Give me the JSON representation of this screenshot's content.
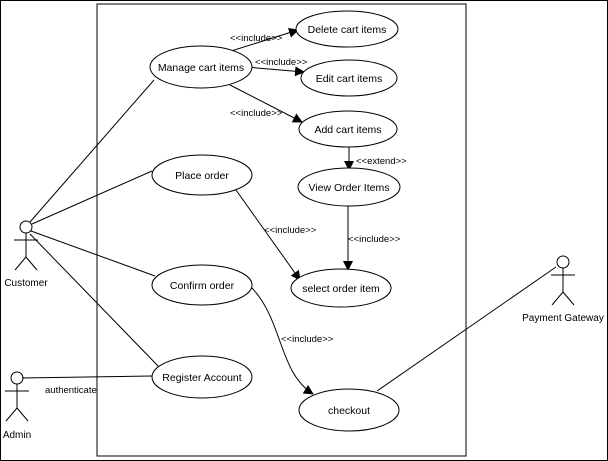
{
  "actors": {
    "customer": "Customer",
    "admin": "Admin",
    "payment_gateway": "Payment Gateway"
  },
  "use_cases": {
    "delete_cart_items": "Delete cart items",
    "manage_cart_items": "Manage cart items",
    "edit_cart_items": "Edit cart items",
    "add_cart_items": "Add cart items",
    "place_order": "Place order",
    "view_order_items": "View Order Items",
    "confirm_order": "Confirm order",
    "select_order_item": "select order item",
    "register_account": "Register Account",
    "checkout": "checkout"
  },
  "relations": {
    "include_delete": "<<include>>",
    "include_edit": "<<include>>",
    "include_add": "<<include>>",
    "extend_view": "<<extend>>",
    "include_place": "<<include>>",
    "include_view": "<<include>>",
    "include_confirm": "<<include>>"
  },
  "associations": {
    "admin_register": "authenticate"
  }
}
